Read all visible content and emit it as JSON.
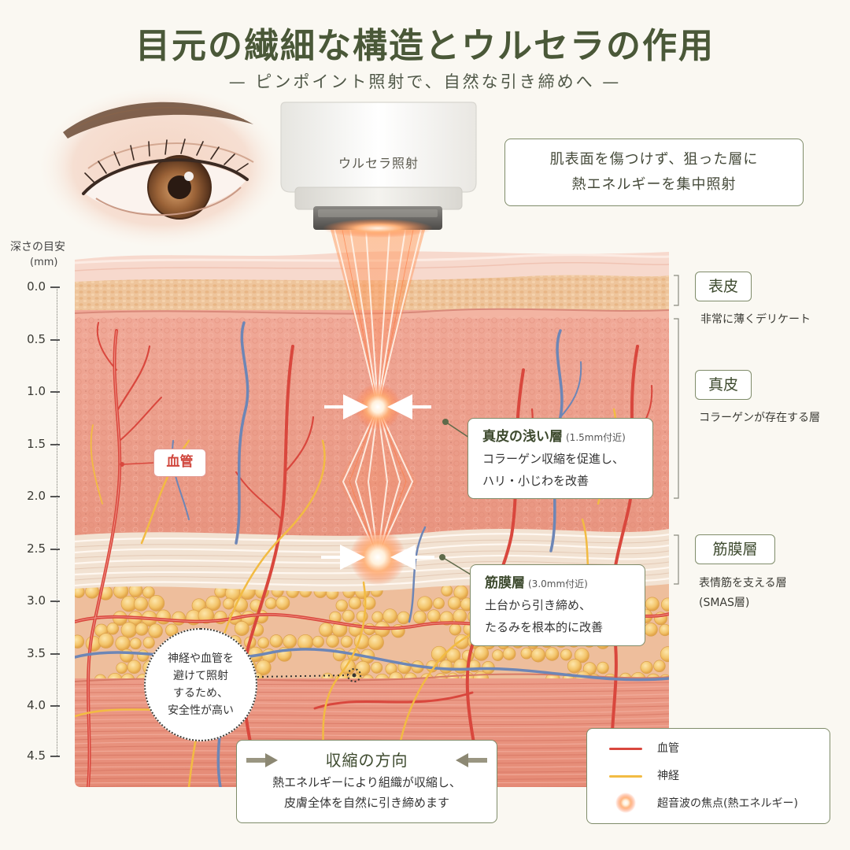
{
  "title": "目元の繊細な構造とウルセラの作用",
  "subtitle": "— ピンポイント照射で、自然な引き締めへ —",
  "device": {
    "label": "ウルセラ照射"
  },
  "top_callout": {
    "line1": "肌表面を傷つけず、狙った層に",
    "line2": "熱エネルギーを集中照射"
  },
  "depth_axis": {
    "title": "深さの目安",
    "unit": "(mm)",
    "ticks": [
      "0.0",
      "0.5",
      "1.0",
      "1.5",
      "2.0",
      "2.5",
      "3.0",
      "3.5",
      "4.0",
      "4.5"
    ]
  },
  "layers": {
    "epidermis": {
      "label": "表皮",
      "desc": "非常に薄くデリケート"
    },
    "dermis": {
      "label": "真皮",
      "desc": "コラーゲンが存在する層"
    },
    "fascia": {
      "label": "筋膜層",
      "desc": "表情筋を支える層",
      "desc2": "(SMAS層)"
    }
  },
  "vessel_label": "血管",
  "callouts": {
    "shallow_dermis": {
      "title": "真皮の浅い層",
      "depth": "(1.5mm付近)",
      "line1": "コラーゲン収縮を促進し、",
      "line2": "ハリ・小じわを改善"
    },
    "fascia": {
      "title": "筋膜層",
      "depth": "(3.0mm付近)",
      "line1": "土台から引き締め、",
      "line2": "たるみを根本的に改善"
    }
  },
  "safety_note": [
    "神経や血管を",
    "避けて照射",
    "するため、",
    "安全性が高い"
  ],
  "contraction": {
    "title": "収縮の方向",
    "line1": "熱エネルギーにより組織が収縮し、",
    "line2": "皮膚全体を自然に引き締めます"
  },
  "legend": [
    {
      "label": "血管",
      "icon": "red-line-icon"
    },
    {
      "label": "神経",
      "icon": "yellow-line-icon"
    },
    {
      "label": "超音波の焦点(熱エネルギー)",
      "icon": "focal-glow-icon"
    }
  ],
  "colors": {
    "accent": "#4a5838",
    "vessel": "#d9473d",
    "nerve": "#f2bb43",
    "vein": "#6d86b6",
    "focal": "#ff8a50"
  }
}
